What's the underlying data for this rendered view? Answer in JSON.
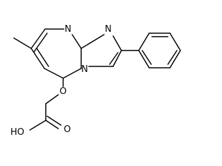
{
  "molecule": {
    "atom_labels": {
      "n_pyrimidine_top": "N",
      "n_imidazole_top": "N",
      "n_bridgehead": "N",
      "o_ether": "O",
      "o_carbonyl": "O",
      "hydroxyl": "HO"
    }
  }
}
